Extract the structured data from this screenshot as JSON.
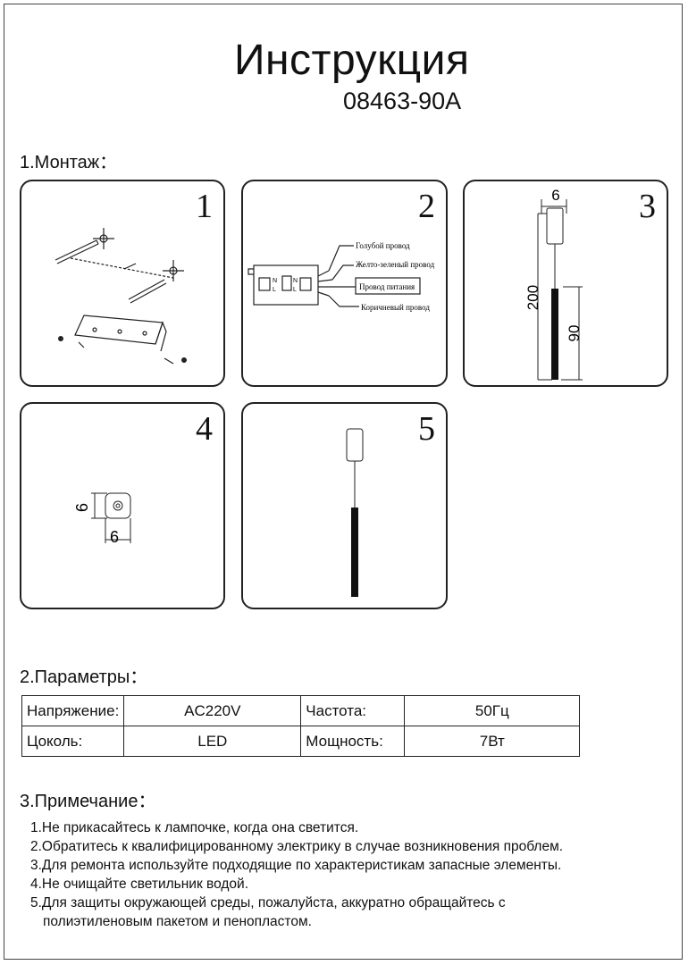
{
  "header": {
    "title": "Инструкция",
    "model": "08463-90A"
  },
  "montage": {
    "heading": "1.Монтаж：",
    "panels": [
      {
        "number": "1"
      },
      {
        "number": "2",
        "labels": [
          "Голубой провод",
          "Желто-зеленый провод",
          "Провод питания",
          "Коричневый провод"
        ],
        "terminals": [
          "N",
          "L",
          "N",
          "L"
        ]
      },
      {
        "number": "3",
        "dims": {
          "width": "6",
          "height": "200",
          "rod": "90"
        }
      },
      {
        "number": "4",
        "dims": {
          "height": "6",
          "width": "6"
        }
      },
      {
        "number": "5"
      }
    ]
  },
  "params": {
    "heading": "2.Параметры：",
    "rows": [
      {
        "label1": "Напряжение:",
        "value1": "AC220V",
        "label2": "Частота:",
        "value2": "50Гц"
      },
      {
        "label1": "Цоколь:",
        "value1": "LED",
        "label2": "Мощность:",
        "value2": "7Вт"
      }
    ]
  },
  "notes": {
    "heading": "3.Примечание：",
    "items": [
      "1.Не прикасайтесь к лампочке, когда она светится.",
      "2.Обратитесь к квалифицированному электрику в случае возникновения проблем.",
      "3.Для ремонта используйте подходящие по характеристикам запасные элементы.",
      "4.Не очищайте светильник водой.",
      "5.Для защиты окружающей среды, пожалуйста, аккуратно обращайтесь с"
    ],
    "continuation": "полиэтиленовым пакетом и пенопластом."
  }
}
